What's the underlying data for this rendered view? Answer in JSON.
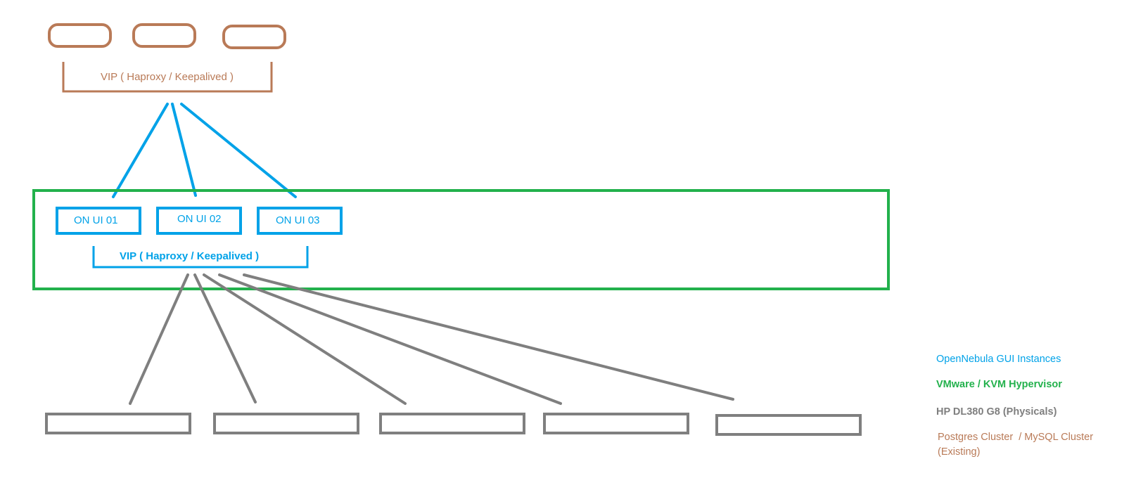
{
  "colors": {
    "database": "#B97A57",
    "opennebula": "#00A2E8",
    "hypervisor": "#22B14C",
    "physical": "#7F7F7F"
  },
  "top_vip": {
    "label": "VIP ( Haproxy / Keepalived )"
  },
  "hypervisor": {
    "instances": [
      {
        "label": "ON UI 01"
      },
      {
        "label": "ON UI 02"
      },
      {
        "label": "ON UI 03"
      }
    ],
    "vip_label": "VIP ( Haproxy / Keepalived )"
  },
  "legend": {
    "opennebula": "OpenNebula GUI Instances",
    "hypervisor": "VMware / KVM Hypervisor",
    "physical": "HP DL380 G8 (Physicals)",
    "database_line1": "Postgres Cluster  / MySQL Cluster",
    "database_line2": "(Existing)"
  }
}
